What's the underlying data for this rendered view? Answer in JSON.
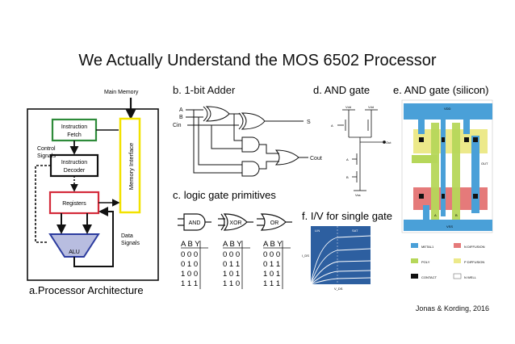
{
  "slide": {
    "title": "We Actually Understand the MOS 6502 Processor",
    "citation": "Jonas & Kording, 2016"
  },
  "panel_a": {
    "label": "a.Processor Architecture",
    "main_memory": "Main Memory",
    "instruction_fetch": [
      "Instruction",
      "Fetch"
    ],
    "instruction_decoder": [
      "Instruction",
      "Decoder"
    ],
    "registers": "Registers",
    "alu": "ALU",
    "memory_interface": "Memory Interface",
    "control_signals": [
      "Control",
      "Signals"
    ],
    "data_signals": [
      "Data",
      "Signals"
    ],
    "colors": {
      "fetch": "#2e8b3a",
      "registers": "#d42a3a",
      "memory": "#f2e200",
      "alu": "#2b3b9e",
      "alu_fill": "#b8bde0"
    }
  },
  "panel_b": {
    "label": "b. 1-bit Adder",
    "inputs": [
      "A",
      "B",
      "Cin"
    ],
    "outputs": [
      "S",
      "Cout"
    ]
  },
  "panel_c": {
    "label": "c. logic gate primitives",
    "gates": [
      {
        "name": "AND",
        "header": "A B Y",
        "rows": [
          "0 0 0",
          "0 1 0",
          "1 0 0",
          "1 1 1"
        ]
      },
      {
        "name": "XOR",
        "header": "A B Y",
        "rows": [
          "0 0 0",
          "0 1 1",
          "1 0 1",
          "1 1 0"
        ]
      },
      {
        "name": "OR",
        "header": "A B Y",
        "rows": [
          "0 0 0",
          "0 1 1",
          "1 0 1",
          "1 1 1"
        ]
      }
    ]
  },
  "panel_d": {
    "label": "d. AND gate",
    "vdd": "Vdd",
    "vss": "Vss",
    "in_a": "A",
    "in_b": "B",
    "out": "Out"
  },
  "panel_e": {
    "label": "e. AND gate (silicon)",
    "vdd": "VDD",
    "vss": "VSS",
    "out": "OUT",
    "in_a": "A",
    "in_b": "B",
    "legend": [
      "METAL1",
      "N DIFFUSION",
      "POLY",
      "P DIFFUSION",
      "CONTACT",
      "N WELL"
    ],
    "colors": {
      "metal": "#4aa0d8",
      "ndiff": "#e57a7a",
      "poly": "#b6d75a",
      "pdiff": "#ece98a",
      "contact": "#111111",
      "nwell": "#ffffff"
    }
  },
  "panel_f": {
    "label": "f. I/V for single gate",
    "lin": "LIN",
    "sat": "SAT",
    "ylabel": "I_DS",
    "xlabel": "V_DS",
    "colors": {
      "fill": "#2d5fa0"
    }
  }
}
